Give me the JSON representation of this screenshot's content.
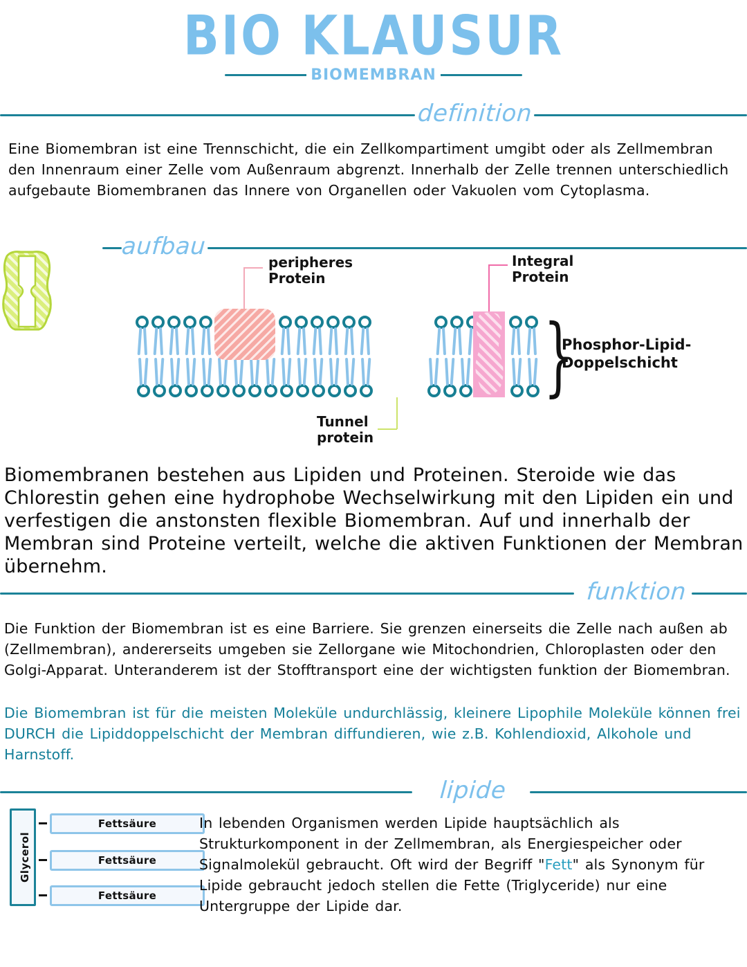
{
  "title": {
    "main": "BIO KLAUSUR",
    "subtitle": "BIOMEMBRAN"
  },
  "sections": [
    {
      "id": "definition",
      "label": "definition"
    },
    {
      "id": "aufbau",
      "label": "aufbau"
    },
    {
      "id": "funktion",
      "label": "funktion"
    },
    {
      "id": "lipide",
      "label": "lipide"
    }
  ],
  "definition": {
    "text": "Eine Biomembran ist eine Trennschicht, die ein Zellkompartiment umgibt oder als Zellmembran den Innenraum einer Zelle vom Außenraum abgrenzt. Innerhalb der Zelle trennen unterschiedlich aufgebaute Biomembranen das Innere von Organellen oder Vakuolen vom Cytoplasma."
  },
  "diagram": {
    "labels": {
      "peripheral_protein": "peripheres\nProtein",
      "integral_protein": "Integral\nProtein",
      "tunnel_protein": "Tunnel\nprotein",
      "bilayer": "Phosphor-Lipid-\nDoppelschicht"
    },
    "colors": {
      "head": "#177f93",
      "tail": "#8cc3e9",
      "peripheral": "#f6a9a4",
      "integral": "#f6a7cf",
      "tunnel": "#d6ea74",
      "leader_pink": "#f3a9b8",
      "leader_magenta": "#f06ba8",
      "leader_green": "#cde36a"
    }
  },
  "aufbau": {
    "text": "Biomembranen bestehen aus Lipiden und Proteinen. Steroide wie das Chlorestin gehen eine hydrophobe Wechselwirkung mit den Lipiden ein und verfestigen die anstonsten flexible Biomembran. Auf und innerhalb der Membran sind Proteine verteilt, welche die aktiven Funktionen der Membran übernehm."
  },
  "funktion": {
    "text_black": "Die Funktion der Biomembran ist es eine Barriere. Sie grenzen einerseits die Zelle nach außen ab (Zellmembran), andererseits umgeben sie Zellorgane wie Mitochondrien, Chloroplasten oder den Golgi-Apparat. Unteranderem ist der Stofftransport eine der wichtigsten funktion der Biomembran.",
    "text_teal": "Die Biomembran ist für die meisten Moleküle undurchlässig, kleinere Lipophile Moleküle können frei DURCH die Lipiddoppelschicht der Membran diffundieren, wie z.B. Kohlendioxid, Alkohole und Harnstoff."
  },
  "lipide": {
    "glycerol_label": "Glycerol",
    "fettsaeure_rows": [
      "Fettsäure",
      "Fettsäure",
      "Fettsäure"
    ],
    "text_pre": "In lebenden Organismen werden Lipide hauptsächlich als Strukturkomponent in der Zellmembran, als Energiespeicher oder Signalmolekül gebraucht. Oft wird der Begriff \"",
    "highlight": "Fett",
    "text_post": "\" als Synonym für Lipide gebraucht jedoch stellen die Fette (Triglyceride) nur eine Untergruppe der Lipide dar."
  },
  "palette": {
    "rule_teal": "#1b8298",
    "header_blue": "#7cc0ec",
    "body_black": "#0d0d0d",
    "body_teal": "#157f99"
  }
}
